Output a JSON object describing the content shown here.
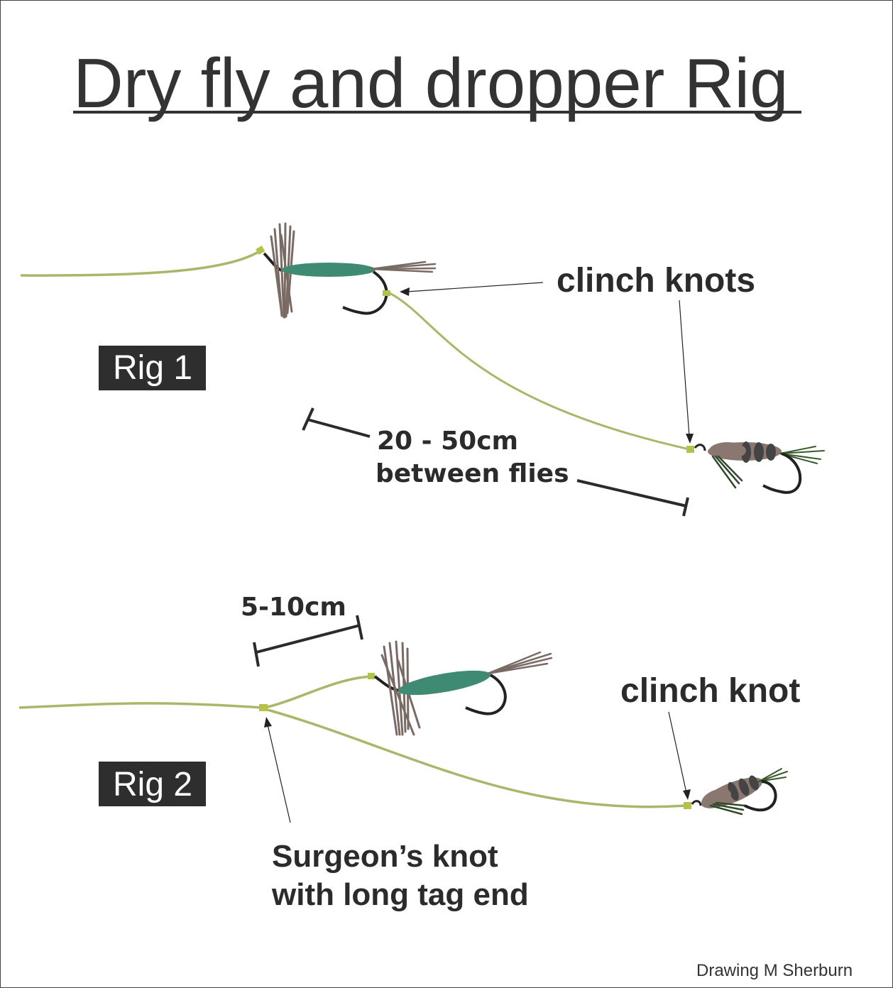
{
  "title": "Dry fly and dropper Rig",
  "rig1": {
    "badge": "Rig 1",
    "knot_label": "clinch knots",
    "distance_line1": "20 - 50cm",
    "distance_line2": "between flies"
  },
  "rig2": {
    "badge": "Rig 2",
    "tag_distance": "5-10cm",
    "knot_label": "clinch knot",
    "surgeon_line1": "Surgeon’s knot",
    "surgeon_line2": "with long tag end"
  },
  "credit": "Drawing M Sherburn",
  "colors": {
    "line": "#a8b86a",
    "knot": "#b5c24a",
    "dry_fly_body": "#3f8a72",
    "hackle": "#7a6a64",
    "nymph_body": "#8a7870",
    "nymph_rib": "#444444",
    "hook": "#222222",
    "badge_bg": "#2e2e2e",
    "text": "#2b2b2b"
  }
}
